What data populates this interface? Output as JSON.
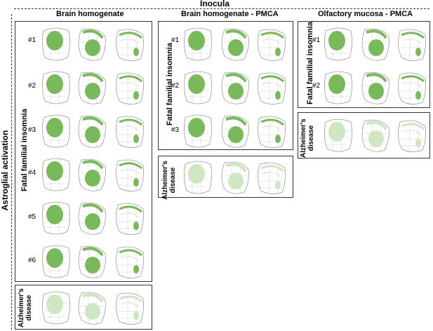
{
  "top_title": "Inocula",
  "side_title": "Astroglial activation",
  "columns": [
    {
      "title": "Brain homogenate"
    },
    {
      "title": "Brain homogenate - PMCA"
    },
    {
      "title": "Olfactory mucosa - PMCA"
    }
  ],
  "groups": {
    "ffi": "Fatal familial insomnia",
    "ad_line1": "Alzheimer's",
    "ad_line2": "disease"
  },
  "row_labels": [
    "#1",
    "#2",
    "#3",
    "#4",
    "#5",
    "#6"
  ],
  "colors": {
    "lesion": "#7ab85c",
    "lesion_faint": "#cfe6c3",
    "outline": "#9a9a9a"
  }
}
